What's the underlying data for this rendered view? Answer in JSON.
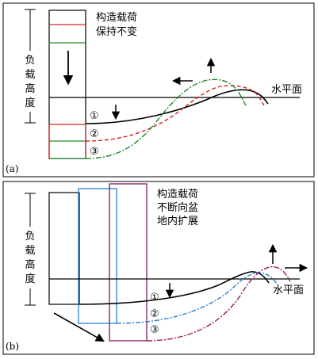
{
  "panels": [
    {
      "tag": "(a)",
      "annotation_lines": [
        "构造载荷",
        "保持不变"
      ],
      "load_height_label": [
        "负",
        "载",
        "高",
        "度"
      ],
      "sea_level_label": "水平面",
      "stage_markers": [
        "①",
        "②",
        "③"
      ]
    },
    {
      "tag": "(b)",
      "annotation_lines": [
        "构造载荷",
        "不断向盆",
        "地内扩展"
      ],
      "load_height_label": [
        "负",
        "载",
        "高",
        "度"
      ],
      "sea_level_label": "水平面",
      "stage_markers": [
        "①",
        "②",
        "③"
      ]
    }
  ],
  "colors": {
    "stage_1": "#000000",
    "stage_2_panel_a": "#d62020",
    "stage_3_panel_a": "#1e8a2e",
    "stage_2_panel_b": "#2a7fd0",
    "stage_3_panel_b": "#a0185a",
    "load_block_2_panel_b": "#2a7fd0",
    "load_block_3_panel_b": "#7d1b5c"
  }
}
